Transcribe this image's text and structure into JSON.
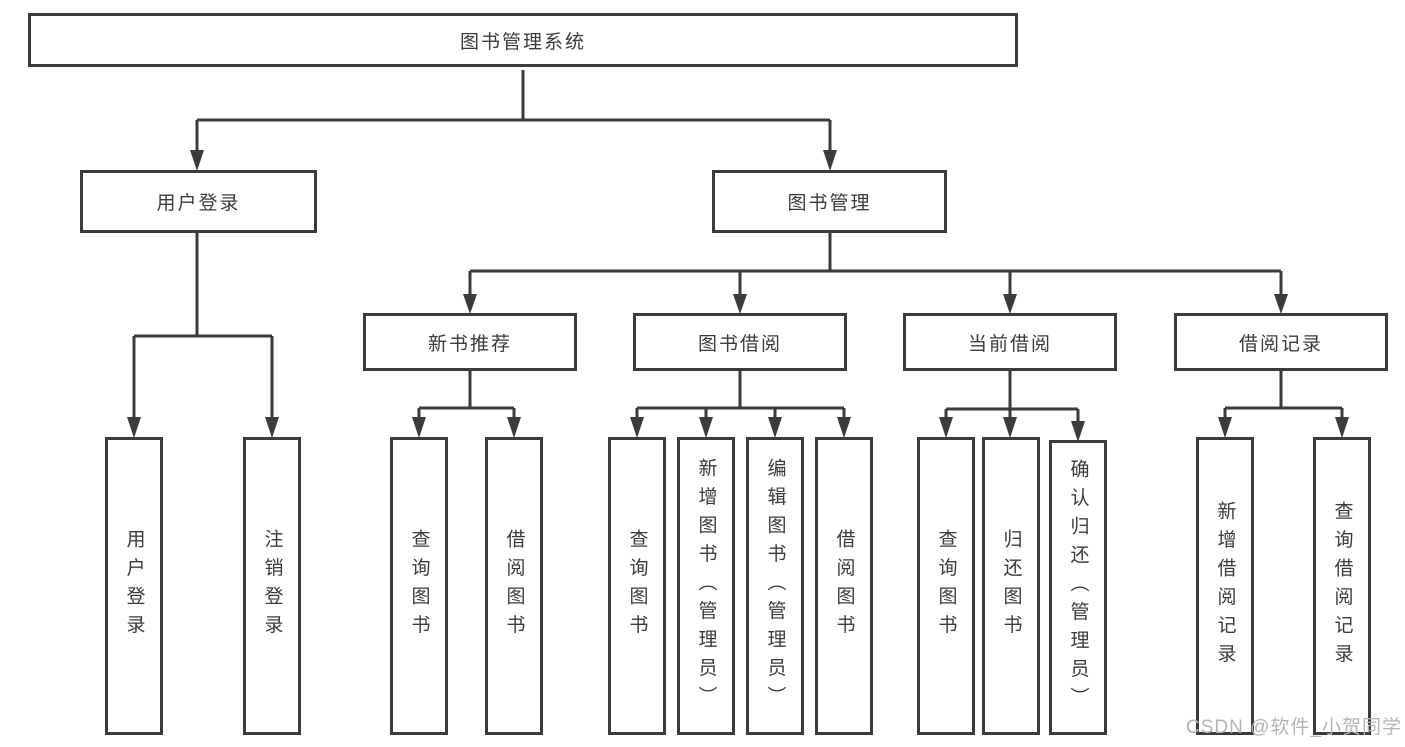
{
  "tree": {
    "root": {
      "label": "图书管理系统",
      "children": [
        {
          "label": "用户登录",
          "children": [
            {
              "label": "用户登录"
            },
            {
              "label": "注销登录"
            }
          ]
        },
        {
          "label": "图书管理",
          "children": [
            {
              "label": "新书推荐",
              "children": [
                {
                  "label": "查询图书"
                },
                {
                  "label": "借阅图书"
                }
              ]
            },
            {
              "label": "图书借阅",
              "children": [
                {
                  "label": "查询图书"
                },
                {
                  "label": "新增图书（管理员）"
                },
                {
                  "label": "编辑图书（管理员）"
                },
                {
                  "label": "借阅图书"
                }
              ]
            },
            {
              "label": "当前借阅",
              "children": [
                {
                  "label": "查询图书"
                },
                {
                  "label": "归还图书"
                },
                {
                  "label": "确认归还（管理员）"
                }
              ]
            },
            {
              "label": "借阅记录",
              "children": [
                {
                  "label": "新增借阅记录"
                },
                {
                  "label": "查询借阅记录"
                }
              ]
            }
          ]
        }
      ]
    }
  },
  "watermark": {
    "text": "CSDN @软件_小贺同学"
  },
  "colors": {
    "line": "#3b3b3b",
    "box_border": "#3b3b3b",
    "box_background": "#ffffff",
    "text": "#3b3b3b",
    "watermark": "#b4b4b4"
  }
}
